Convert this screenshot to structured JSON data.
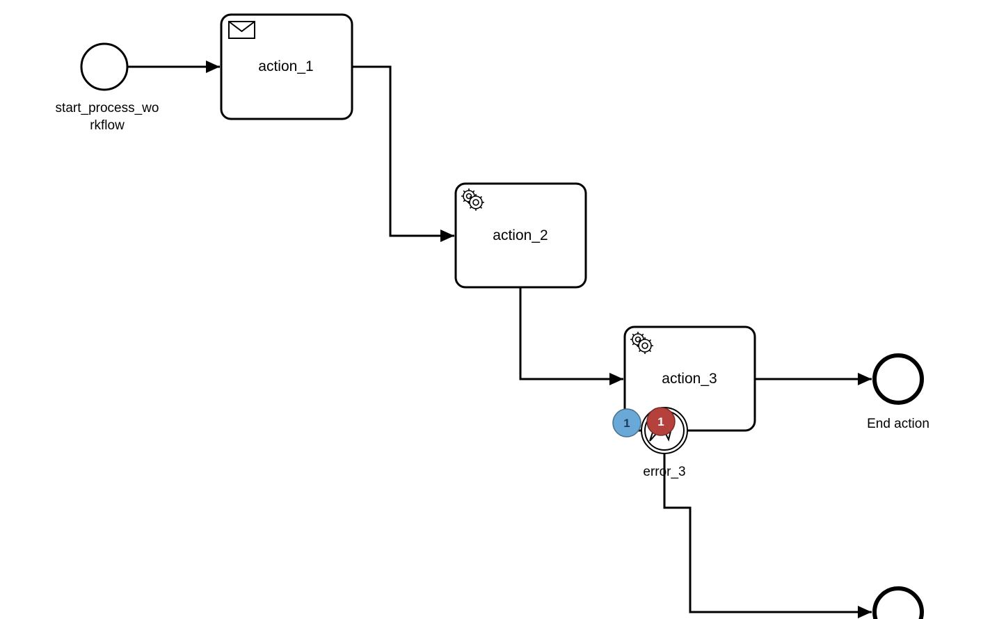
{
  "diagram": {
    "start_event": {
      "label_line1": "start_process_wo",
      "label_line2": "rkflow"
    },
    "tasks": [
      {
        "label": "action_1",
        "kind": "message-task",
        "icon": "envelope-icon"
      },
      {
        "label": "action_2",
        "kind": "service-task",
        "icon": "gear-icon"
      },
      {
        "label": "action_3",
        "kind": "service-task",
        "icon": "gear-icon"
      }
    ],
    "boundary_event": {
      "label": "error_3",
      "icon": "error-icon"
    },
    "end_events": [
      {
        "label": "End action"
      },
      {
        "label": ""
      }
    ],
    "badges": [
      {
        "text": "1",
        "color": "#6aa8d8",
        "text_color": "#1f3a5a"
      },
      {
        "text": "1",
        "color": "#b5413d",
        "text_color": "#ffffff"
      }
    ]
  },
  "colors": {
    "stroke": "#000000",
    "background": "#ffffff"
  }
}
